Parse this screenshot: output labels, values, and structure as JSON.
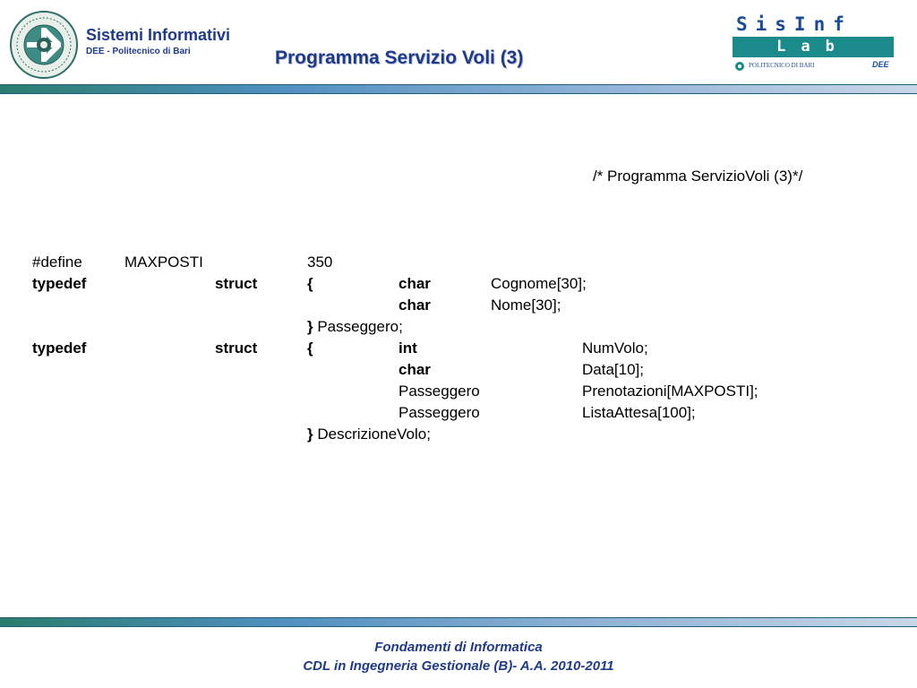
{
  "header": {
    "org_name": "Sistemi Informativi",
    "org_dept": "DEE - Politecnico di Bari",
    "slide_title": "Programma Servizio Voli (3)",
    "lab_logo": {
      "top_text": "SisInf",
      "band_text": "Lab",
      "footer_text": "POLITECNICO DI BARI",
      "footer_badge": "DEE"
    }
  },
  "body": {
    "comment": "/* Programma ServizioVoli (3)*/",
    "lines": [
      {
        "c1": "#define",
        "c2": "MAXPOSTI",
        "c4": "350"
      },
      {
        "c1": "typedef",
        "c3": "struct",
        "c4": "{",
        "c5": "char",
        "c6": "Cognome[30];"
      },
      {
        "c5": "char",
        "c6": "Nome[30];"
      },
      {
        "c4_brace": "}",
        "c4_text": " Passeggero;"
      },
      {
        "c1": "typedef",
        "c3": "struct",
        "c4": "{",
        "c5": "int",
        "c7": "NumVolo;"
      },
      {
        "c5": "char",
        "c7": "Data[10];"
      },
      {
        "c5": "Passeggero",
        "c7": "Prenotazioni[MAXPOSTI];"
      },
      {
        "c5": "Passeggero",
        "c7": "ListaAttesa[100];"
      },
      {
        "c4_brace": "}",
        "c4_text": " DescrizioneVolo;"
      }
    ]
  },
  "footer": {
    "course": "Fondamenti di Informatica",
    "degree": "CDL in Ingegneria Gestionale (B)- A.A. 2010-2011"
  },
  "colors": {
    "title_blue": "#1f3a8a",
    "lab_band": "#1a8a8a"
  }
}
